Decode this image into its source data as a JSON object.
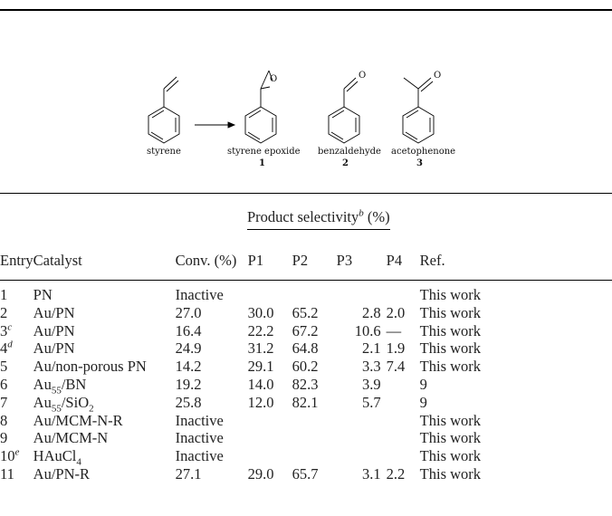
{
  "scheme": {
    "compounds": [
      {
        "name": "styrene",
        "number": ""
      },
      {
        "name": "styrene epoxide",
        "number": "1"
      },
      {
        "name": "benzaldehyde",
        "number": "2"
      },
      {
        "name": "acetophenone",
        "number": "3"
      }
    ],
    "epoxide_o": "O",
    "aldehyde_o": "O",
    "ketone_o": "O"
  },
  "table": {
    "group_header": {
      "text": "Product selectivity",
      "sup": "b",
      "suffix": " (%)"
    },
    "columns": [
      "Entry",
      "Catalyst",
      "Conv. (%)",
      "P1",
      "P2",
      "P3",
      "P4",
      "Ref."
    ],
    "rows": [
      {
        "entry": "1",
        "entry_sup": "",
        "cat_pre": "PN",
        "cat_sub": "",
        "cat_mid": "",
        "cat_sub2": "",
        "conv": "Inactive",
        "p1": "",
        "p2": "",
        "p3": "",
        "p4": "",
        "ref": "This work"
      },
      {
        "entry": "2",
        "entry_sup": "",
        "cat_pre": "Au/PN",
        "cat_sub": "",
        "cat_mid": "",
        "cat_sub2": "",
        "conv": "27.0",
        "p1": "30.0",
        "p2": "65.2",
        "p3": "2.8",
        "p4": "2.0",
        "ref": "This work"
      },
      {
        "entry": "3",
        "entry_sup": "c",
        "cat_pre": "Au/PN",
        "cat_sub": "",
        "cat_mid": "",
        "cat_sub2": "",
        "conv": "16.4",
        "p1": "22.2",
        "p2": "67.2",
        "p3": "10.6",
        "p4": "—",
        "ref": "This work"
      },
      {
        "entry": "4",
        "entry_sup": "d",
        "cat_pre": "Au/PN",
        "cat_sub": "",
        "cat_mid": "",
        "cat_sub2": "",
        "conv": "24.9",
        "p1": "31.2",
        "p2": "64.8",
        "p3": "2.1",
        "p4": "1.9",
        "ref": "This work"
      },
      {
        "entry": "5",
        "entry_sup": "",
        "cat_pre": "Au/non-porous PN",
        "cat_sub": "",
        "cat_mid": "",
        "cat_sub2": "",
        "conv": "14.2",
        "p1": "29.1",
        "p2": "60.2",
        "p3": "3.3",
        "p4": "7.4",
        "ref": "This work"
      },
      {
        "entry": "6",
        "entry_sup": "",
        "cat_pre": "Au",
        "cat_sub": "55",
        "cat_mid": "/BN",
        "cat_sub2": "",
        "conv": "19.2",
        "p1": "14.0",
        "p2": "82.3",
        "p3": "3.9",
        "p4": "",
        "ref": "9"
      },
      {
        "entry": "7",
        "entry_sup": "",
        "cat_pre": "Au",
        "cat_sub": "55",
        "cat_mid": "/SiO",
        "cat_sub2": "2",
        "conv": "25.8",
        "p1": "12.0",
        "p2": "82.1",
        "p3": "5.7",
        "p4": "",
        "ref": "9"
      },
      {
        "entry": "8",
        "entry_sup": "",
        "cat_pre": "Au/MCM-N-R",
        "cat_sub": "",
        "cat_mid": "",
        "cat_sub2": "",
        "conv": "Inactive",
        "p1": "",
        "p2": "",
        "p3": "",
        "p4": "",
        "ref": "This work"
      },
      {
        "entry": "9",
        "entry_sup": "",
        "cat_pre": "Au/MCM-N",
        "cat_sub": "",
        "cat_mid": "",
        "cat_sub2": "",
        "conv": "Inactive",
        "p1": "",
        "p2": "",
        "p3": "",
        "p4": "",
        "ref": "This work"
      },
      {
        "entry": "10",
        "entry_sup": "e",
        "cat_pre": "HAuCl",
        "cat_sub": "4",
        "cat_mid": "",
        "cat_sub2": "",
        "conv": "Inactive",
        "p1": "",
        "p2": "",
        "p3": "",
        "p4": "",
        "ref": "This work"
      },
      {
        "entry": "11",
        "entry_sup": "",
        "cat_pre": "Au/PN-R",
        "cat_sub": "",
        "cat_mid": "",
        "cat_sub2": "",
        "conv": "27.1",
        "p1": "29.0",
        "p2": "65.7",
        "p3": "3.1",
        "p4": "2.2",
        "ref": "This work"
      }
    ]
  }
}
